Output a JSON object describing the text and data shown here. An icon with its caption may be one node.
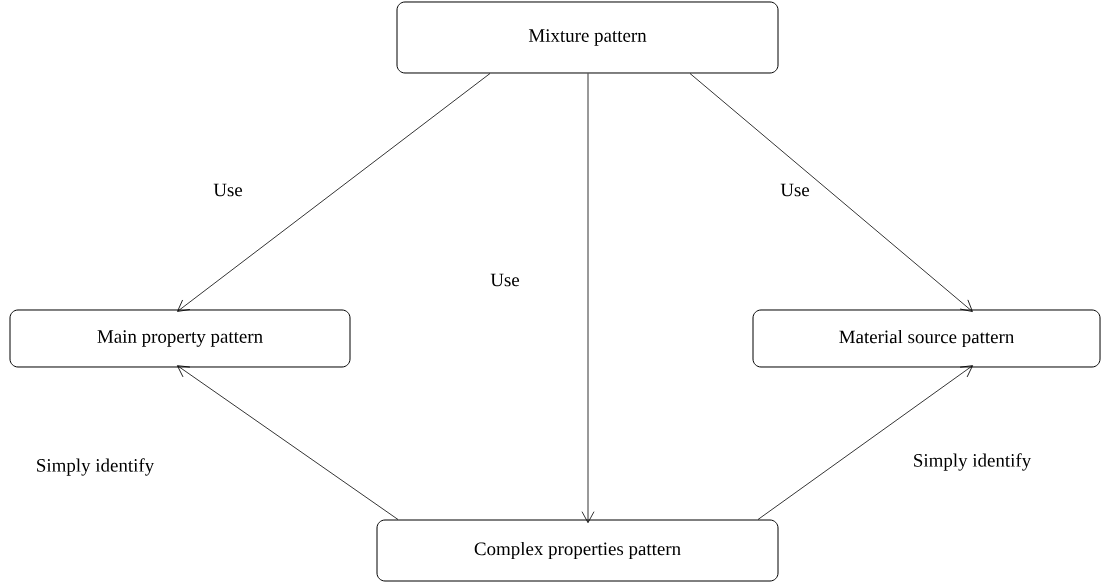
{
  "diagram": {
    "nodes": [
      {
        "text": [
          "Mixture pattern"
        ]
      },
      {
        "text": [
          "Main property pattern"
        ]
      },
      {
        "text": [
          "Material source pattern"
        ]
      },
      {
        "text": [
          "Complex properties pattern"
        ]
      }
    ],
    "edges": [
      {
        "from": 0,
        "to": 1,
        "arrow": "to",
        "label": "Use"
      },
      {
        "from": 0,
        "to": 3,
        "arrow": "to",
        "label": "Use"
      },
      {
        "from": 0,
        "to": 2,
        "arrow": "to",
        "label": "Use"
      },
      {
        "from": 3,
        "to": 1,
        "arrow": "to",
        "label": "Simply identify"
      },
      {
        "from": 3,
        "to": 2,
        "arrow": "to",
        "label": "Simply identify"
      }
    ]
  }
}
